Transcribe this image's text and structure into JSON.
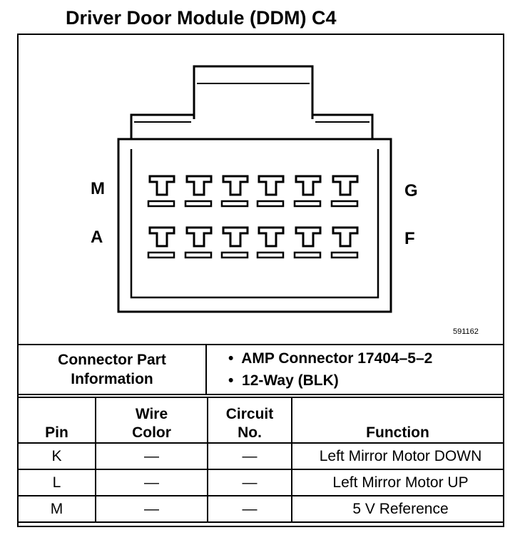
{
  "title": "Driver Door Module (DDM) C4",
  "pin_labels": {
    "top_left": "M",
    "top_right": "G",
    "bottom_left": "A",
    "bottom_right": "F"
  },
  "figure_code": "591162",
  "connector_info": {
    "label_line1": "Connector Part",
    "label_line2": "Information",
    "bullets": [
      "AMP Connector 17404–5–2",
      "12-Way (BLK)"
    ]
  },
  "table": {
    "headers": {
      "pin": "Pin",
      "wire_color_1": "Wire",
      "wire_color_2": "Color",
      "circuit_1": "Circuit",
      "circuit_2": "No.",
      "function": "Function"
    },
    "rows": [
      {
        "pin": "K",
        "wire_color": "—",
        "circuit": "—",
        "function": "Left Mirror Motor DOWN"
      },
      {
        "pin": "L",
        "wire_color": "—",
        "circuit": "—",
        "function": "Left Mirror Motor UP"
      },
      {
        "pin": "M",
        "wire_color": "—",
        "circuit": "—",
        "function": "5 V Reference"
      }
    ]
  }
}
